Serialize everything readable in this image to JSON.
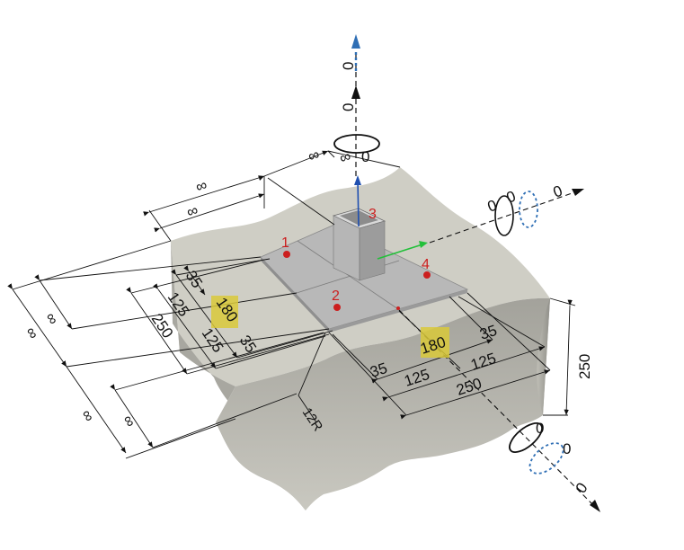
{
  "diagram": {
    "nodes": [
      "1",
      "2",
      "3",
      "4"
    ],
    "dimensions": {
      "inf": "∞",
      "d35": "35",
      "d125": "125",
      "d250": "250",
      "d180": "180",
      "d12r": "12R",
      "depth": "250"
    },
    "support_values": {
      "zero": "0"
    },
    "colors": {
      "concrete_top": "#cfcec5",
      "concrete_front": "#b0afa8",
      "concrete_side": "#9e9d96",
      "plate": "#b8b8b8",
      "column": "#a9a9a9",
      "node": "#cc1f1f",
      "highlight": "#d9c93a",
      "axis_blue": "#1f4fb0",
      "axis_green": "#22c03a",
      "dashed_blue": "#2f6fb5"
    }
  }
}
